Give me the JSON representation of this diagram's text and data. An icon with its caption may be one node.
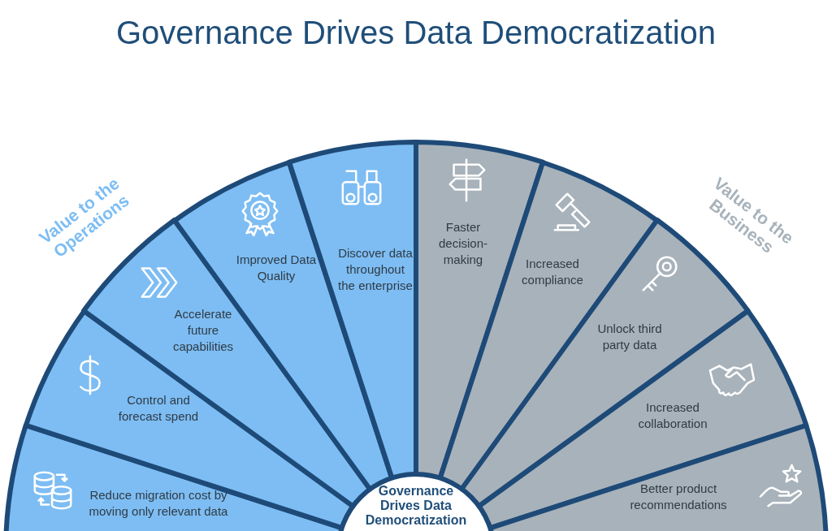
{
  "diagram": {
    "title": "Governance Drives Data Democratization",
    "nodes": [
      {
        "text": [
          "Reduce migration cost by moving only relevant data"
        ]
      },
      {
        "text": [
          "Control and forecast spend"
        ]
      },
      {
        "text": [
          "Accelerate future capabilities"
        ]
      },
      {
        "text": [
          "Improved Data Quality"
        ]
      },
      {
        "text": [
          "Discover data throughout the enterprise"
        ]
      },
      {
        "text": [
          "Faster decision-making"
        ]
      },
      {
        "text": [
          "Increased compliance"
        ]
      },
      {
        "text": [
          "Unlock third party data"
        ]
      },
      {
        "text": [
          "Increased collaboration"
        ]
      },
      {
        "text": [
          "Better product recommendations"
        ]
      },
      {
        "text": [
          "Governance Drives Data Democratization"
        ]
      }
    ],
    "labels": [
      "Value to the Operations",
      "Value to the Business"
    ]
  }
}
